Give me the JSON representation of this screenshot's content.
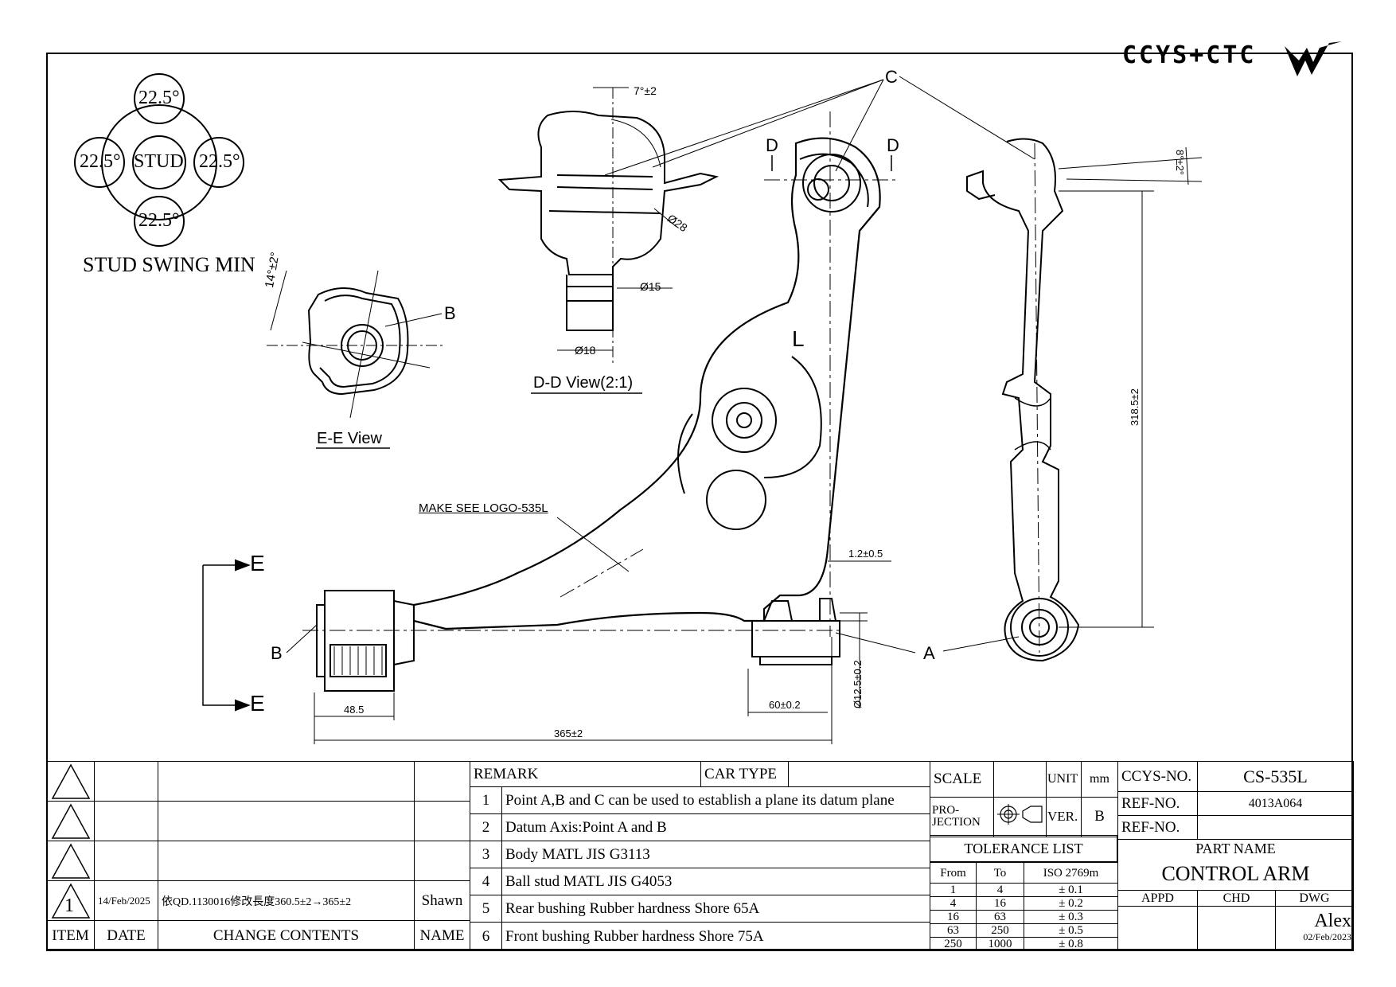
{
  "logo": {
    "text": "CCYS+CTC"
  },
  "stud_swing": {
    "center": "STUD",
    "angles": [
      "22.5°",
      "22.5°",
      "22.5°",
      "22.5°"
    ],
    "caption": "STUD SWING MIN"
  },
  "views": {
    "ee": {
      "title": "E-E View",
      "angle": "14°±2°",
      "point": "B"
    },
    "dd": {
      "title": "D-D View(2:1)",
      "angle": "7°±2",
      "dia1": "Ø28",
      "dia2": "Ø15",
      "dia3": "Ø18"
    },
    "main": {
      "label_c": "C",
      "label_d1": "D",
      "label_d2": "D",
      "label_l": "L",
      "label_e_top": "E",
      "label_e_bottom": "E",
      "label_b": "B",
      "label_a": "A",
      "logo_note": "MAKE SEE LOGO-535L",
      "dim_offset": "1.2±0.5",
      "dim_bush_width": "60±0.2",
      "dim_bush_dia": "Ø12.5±0.2",
      "dim_front": "48.5",
      "dim_length": "365±2"
    },
    "side": {
      "angle": "8°±2°",
      "height": "318.5±2"
    }
  },
  "revisions": {
    "rows": [
      {
        "item": "",
        "date": "",
        "contents": "",
        "name": ""
      },
      {
        "item": "",
        "date": "",
        "contents": "",
        "name": ""
      },
      {
        "item": "",
        "date": "",
        "contents": "",
        "name": ""
      },
      {
        "item": "1",
        "date": "14/Feb/2025",
        "contents": "依QD.1130016修改長度360.5±2→365±2",
        "name": "Shawn"
      }
    ],
    "headers": {
      "item": "ITEM",
      "date": "DATE",
      "contents": "CHANGE CONTENTS",
      "name": "NAME"
    }
  },
  "remarks": {
    "remark_label": "REMARK",
    "car_type_label": "CAR TYPE",
    "car_type_value": "",
    "items": [
      {
        "no": "1",
        "text": "Point A,B and C can be used to establish a plane its datum plane"
      },
      {
        "no": "2",
        "text": "Datum Axis:Point A and B"
      },
      {
        "no": "3",
        "text": "Body MATL JIS G3113"
      },
      {
        "no": "4",
        "text": "Ball stud MATL JIS G4053"
      },
      {
        "no": "5",
        "text": "Rear bushing Rubber hardness Shore 65A"
      },
      {
        "no": "6",
        "text": "Front bushing Rubber hardness Shore 75A"
      }
    ]
  },
  "specs": {
    "scale_label": "SCALE",
    "scale_value": "",
    "unit_label": "UNIT",
    "unit_value": "mm",
    "projection_label": "PRO- JECTION",
    "ver_label": "VER.",
    "ver_value": "B",
    "tolerance_title": "TOLERANCE LIST",
    "tol_headers": {
      "from": "From",
      "to": "To",
      "iso": "ISO 2769m"
    },
    "tolerances": [
      {
        "from": "1",
        "to": "4",
        "tol": "± 0.1"
      },
      {
        "from": "4",
        "to": "16",
        "tol": "± 0.2"
      },
      {
        "from": "16",
        "to": "63",
        "tol": "± 0.3"
      },
      {
        "from": "63",
        "to": "250",
        "tol": "± 0.5"
      },
      {
        "from": "250",
        "to": "1000",
        "tol": "± 0.8"
      }
    ]
  },
  "title_block": {
    "ccys_label": "CCYS-NO.",
    "ccys_value": "CS-535L",
    "ref1_label": "REF-NO.",
    "ref1_value": "4013A064",
    "ref2_label": "REF-NO.",
    "ref2_value": "",
    "part_name_label": "PART NAME",
    "part_name": "CONTROL ARM",
    "appd_label": "APPD",
    "chd_label": "CHD",
    "dwg_label": "DWG",
    "dwg_name": "Alex",
    "dwg_date": "02/Feb/2023"
  }
}
